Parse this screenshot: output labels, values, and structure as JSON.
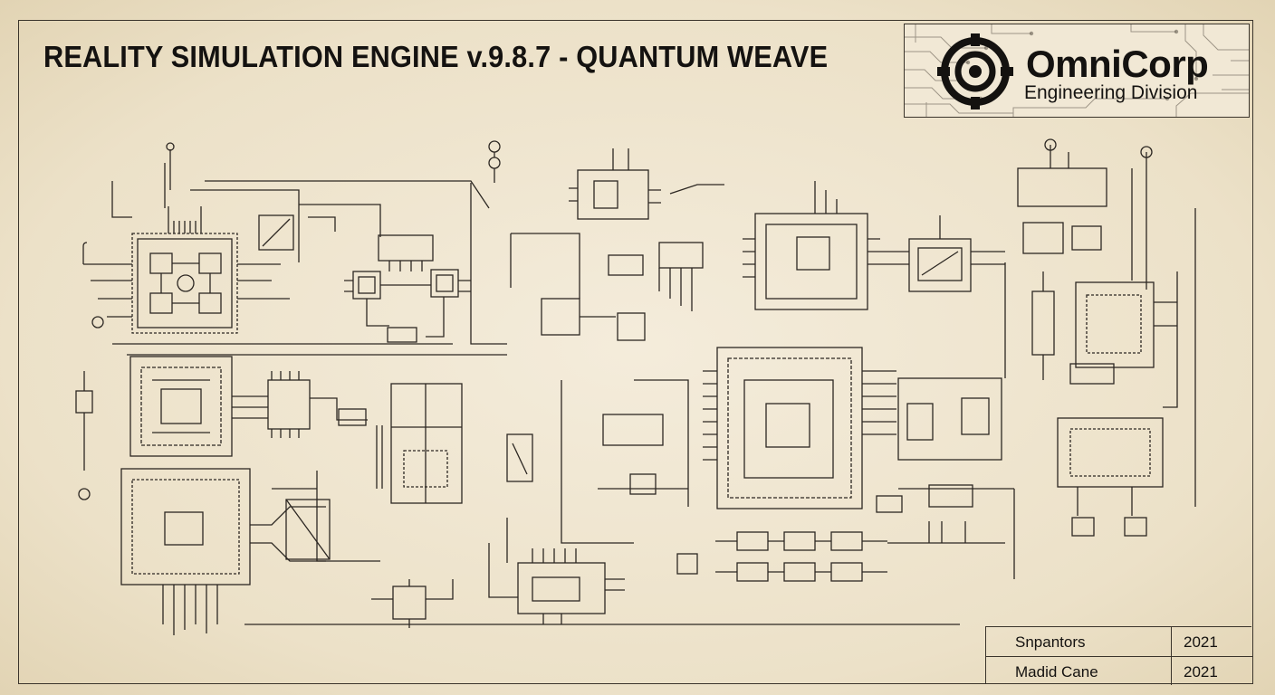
{
  "title": "REALITY SIMULATION ENGINE v.9.8.7 - QUANTUM WEAVE",
  "logo": {
    "name": "OmniCorp",
    "subtitle": "Engineering Division",
    "icon": "target-crosshair-icon"
  },
  "title_block": {
    "rows": [
      {
        "name": "Snpantors",
        "year": "2021"
      },
      {
        "name": "Madid Cane",
        "year": "2021"
      }
    ]
  },
  "colors": {
    "paper": "#efe6d2",
    "ink": "#1a1814",
    "line": "#2c2722"
  }
}
